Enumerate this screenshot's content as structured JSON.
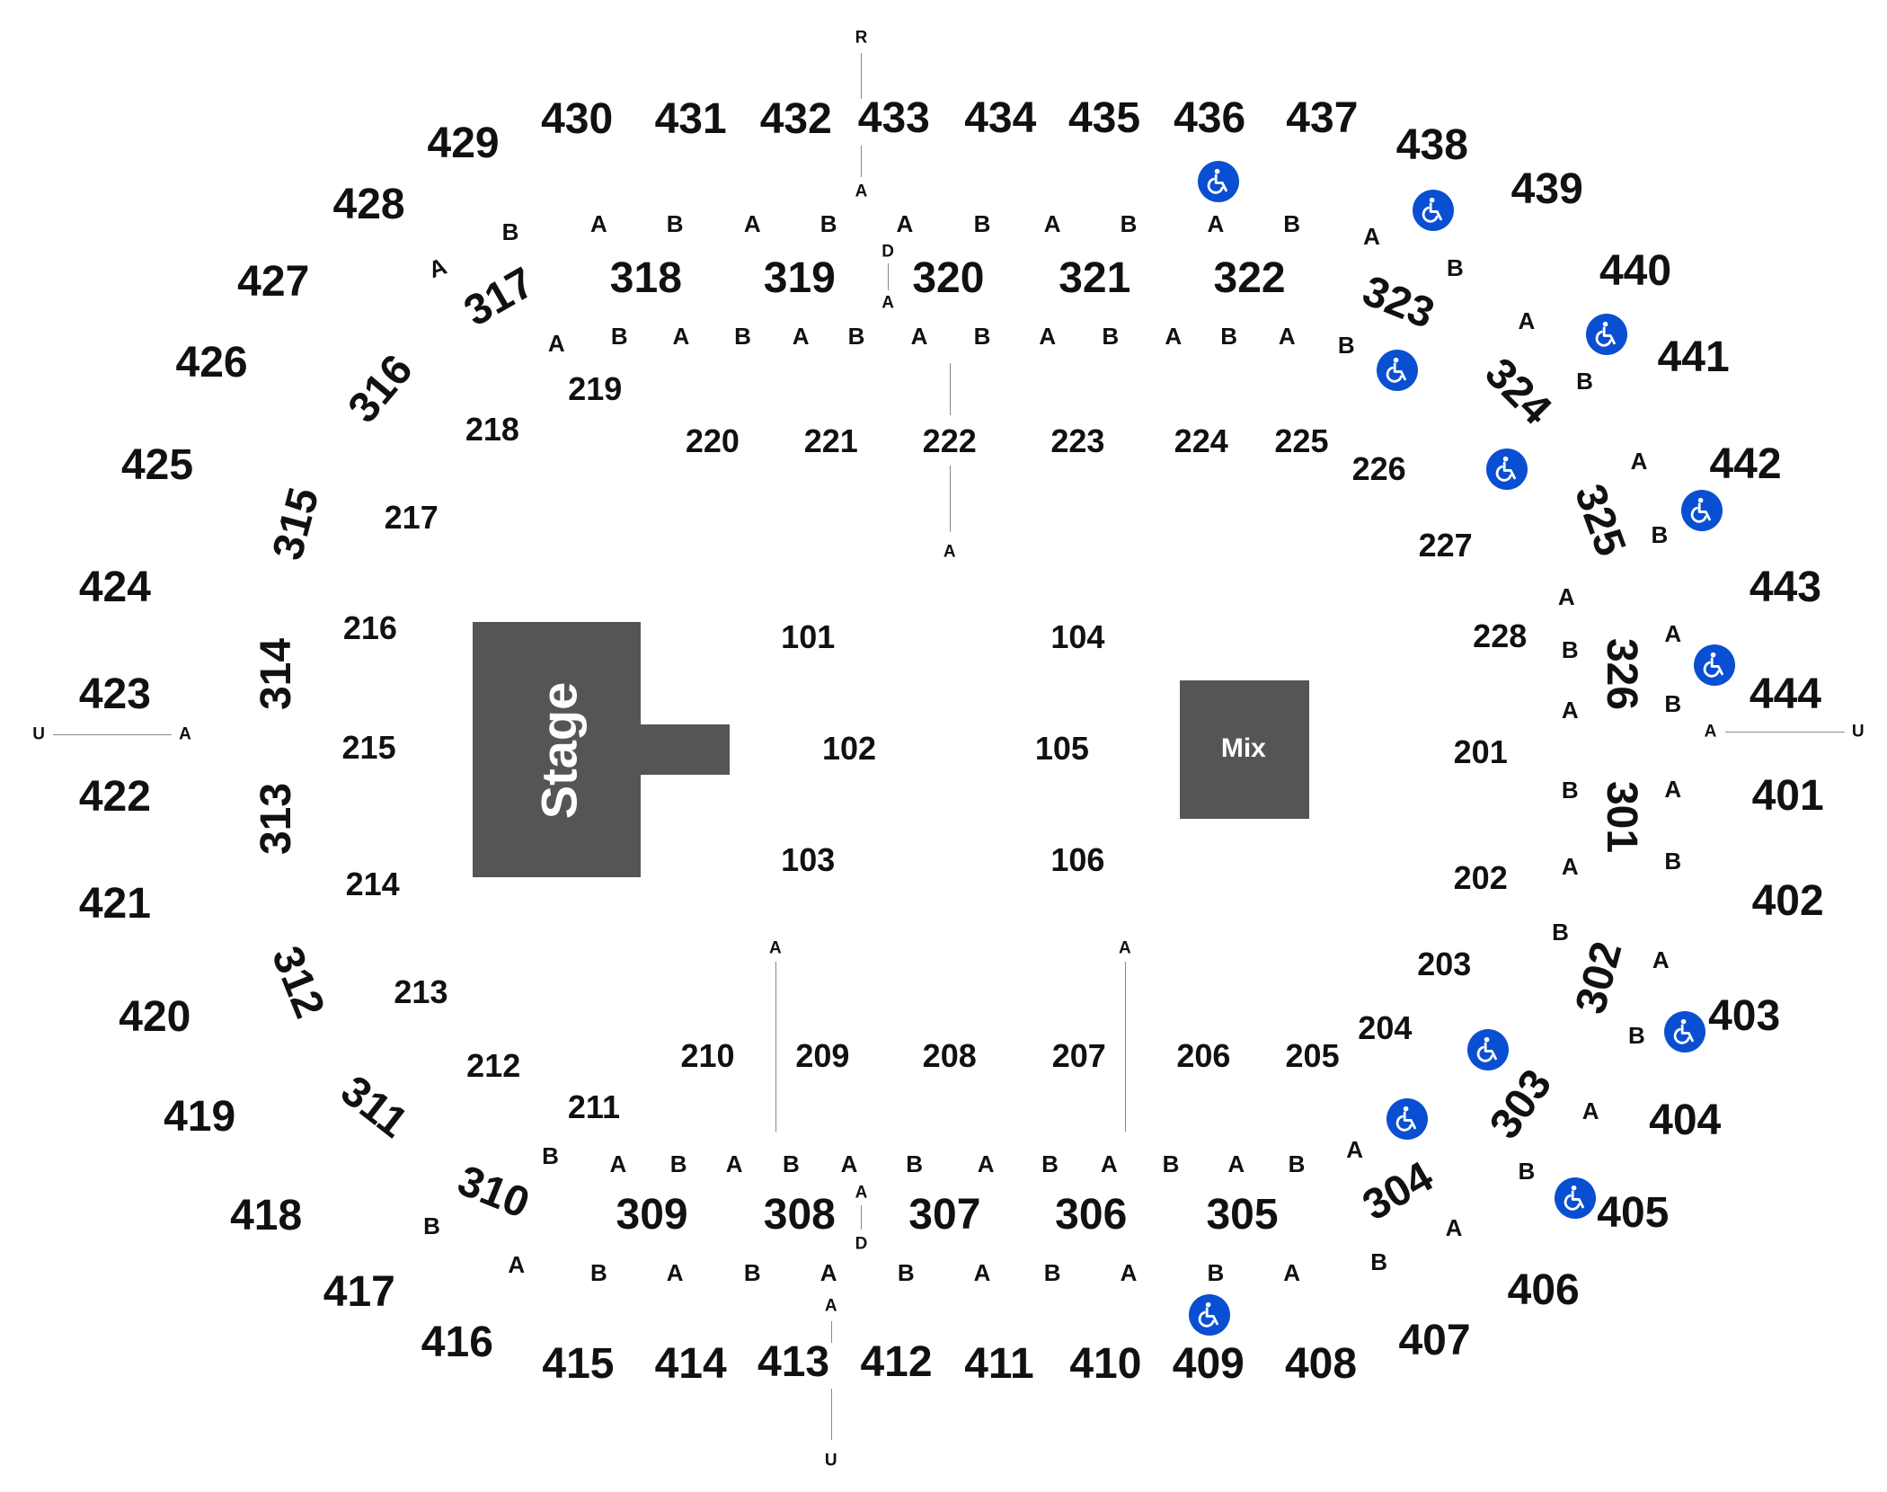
{
  "accessibility_color": "#0a4fd1",
  "block_color": "#555555",
  "stage_label": "Stage",
  "mix_label": "Mix",
  "sections_400": [
    "401",
    "402",
    "403",
    "404",
    "405",
    "406",
    "407",
    "408",
    "409",
    "410",
    "411",
    "412",
    "413",
    "414",
    "415",
    "416",
    "417",
    "418",
    "419",
    "420",
    "421",
    "422",
    "423",
    "424",
    "425",
    "426",
    "427",
    "428",
    "429",
    "430",
    "431",
    "432",
    "433",
    "434",
    "435",
    "436",
    "437",
    "438",
    "439",
    "440",
    "441",
    "442",
    "443",
    "444"
  ],
  "sections_300": [
    "301",
    "302",
    "303",
    "304",
    "305",
    "306",
    "307",
    "308",
    "309",
    "310",
    "311",
    "312",
    "313",
    "314",
    "315",
    "316",
    "317",
    "318",
    "319",
    "320",
    "321",
    "322",
    "323",
    "324",
    "325",
    "326"
  ],
  "sections_200": [
    "201",
    "202",
    "203",
    "204",
    "205",
    "206",
    "207",
    "208",
    "209",
    "210",
    "211",
    "212",
    "213",
    "214",
    "215",
    "216",
    "217",
    "218",
    "219",
    "220",
    "221",
    "222",
    "223",
    "224",
    "225",
    "226",
    "227",
    "228"
  ],
  "sections_100": [
    "101",
    "102",
    "103",
    "104",
    "105",
    "106"
  ],
  "top_row_upper": [
    "B",
    "A",
    "B",
    "A",
    "B",
    "A",
    "B",
    "A",
    "B",
    "A",
    "B",
    "A",
    "B"
  ],
  "top_row_lower": [
    "A",
    "B",
    "A",
    "B",
    "A",
    "B",
    "A",
    "B",
    "A",
    "B",
    "A",
    "B",
    "A",
    "B"
  ],
  "bottom_row_upper": [
    "B",
    "A",
    "B",
    "A",
    "B",
    "A",
    "B",
    "A",
    "B",
    "A",
    "B",
    "A",
    "B",
    "A"
  ],
  "bottom_row_lower": [
    "B",
    "A",
    "B",
    "A",
    "B",
    "A",
    "B",
    "A",
    "B",
    "A",
    "B",
    "A",
    "B",
    "A"
  ],
  "right_rows": [
    "A",
    "B",
    "A",
    "B",
    "A",
    "A",
    "B",
    "B",
    "A",
    "B",
    "A",
    "A",
    "B",
    "B",
    "A",
    "A",
    "B",
    "B",
    "A",
    "B",
    "A",
    "B",
    "A",
    "B",
    "A",
    "B"
  ],
  "aisle_labels": {
    "top_r": "R",
    "top_a": "A",
    "top_d": "D",
    "top_a2": "A",
    "center_a": "A",
    "left_u": "U",
    "left_a": "A",
    "right_a": "A",
    "right_u": "U",
    "bottom_a": "A",
    "bottom_d": "D",
    "bottom_a2": "A",
    "bottom_u": "U",
    "lower_a1": "A",
    "lower_a2": "A"
  },
  "accessible_seating_icon": "wheelchair-icon"
}
